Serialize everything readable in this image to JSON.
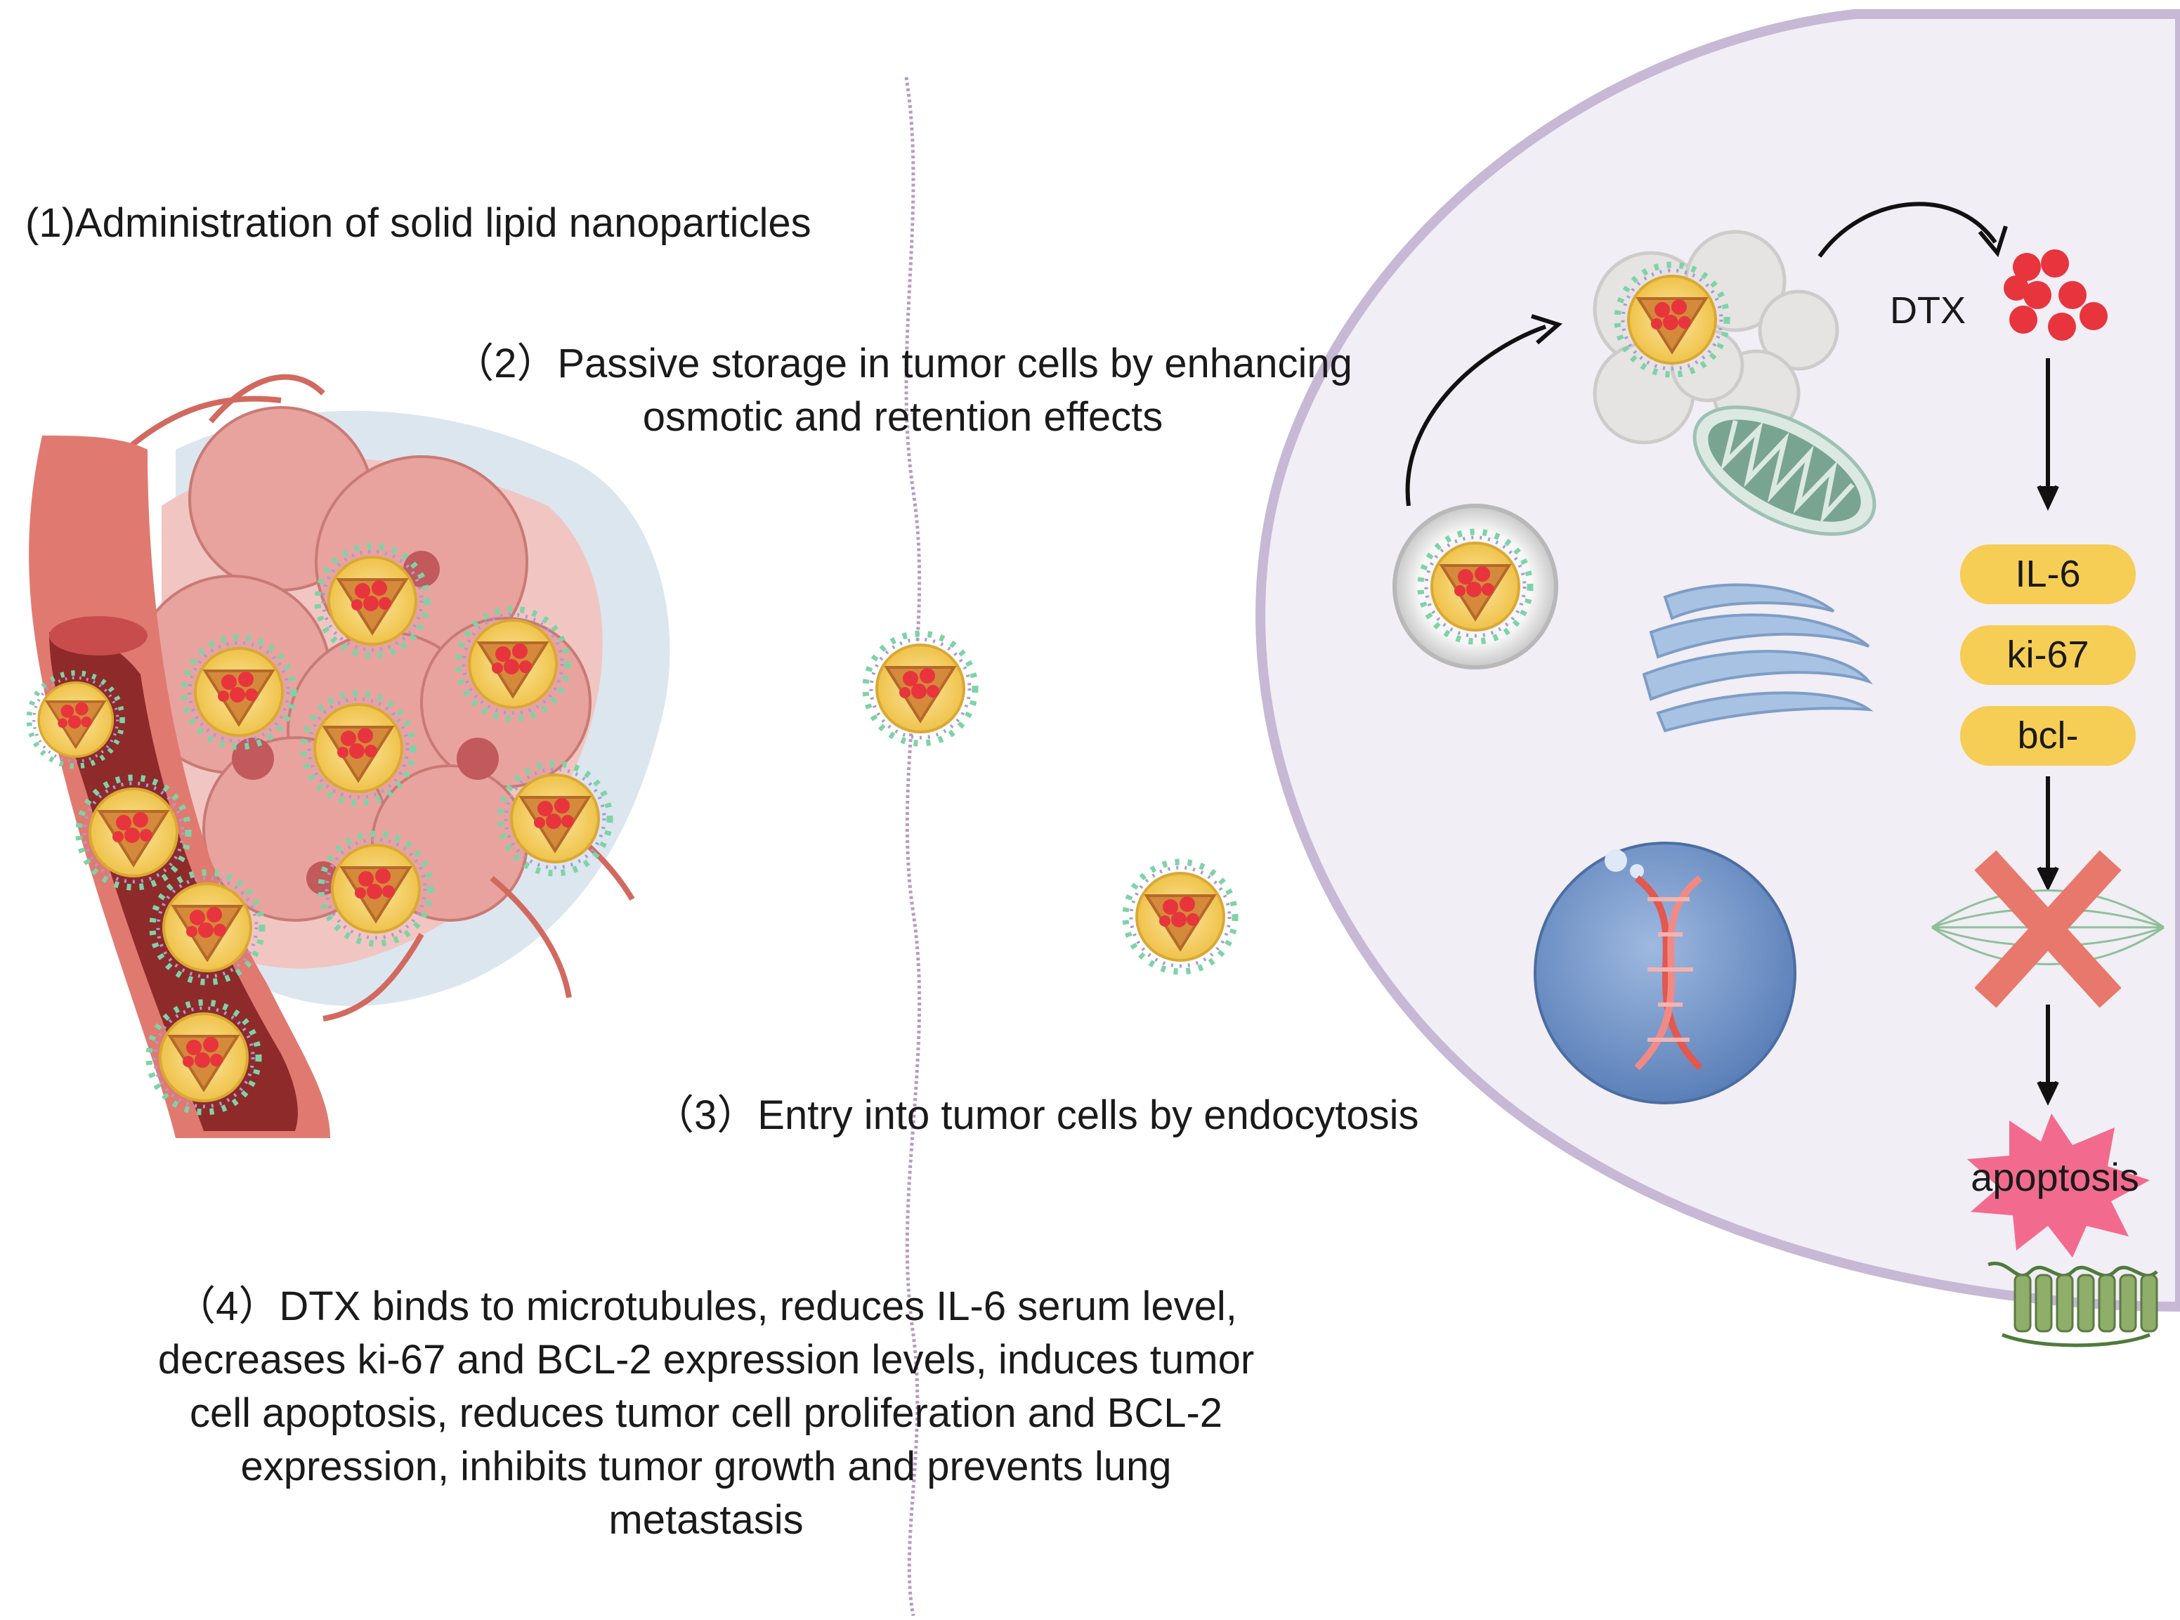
{
  "steps": {
    "step1": "(1)Administration of solid lipid nanoparticles",
    "step2_line1": "（2）Passive storage in tumor cells by enhancing",
    "step2_line2": "osmotic and retention effects",
    "step3": "（3）Entry into tumor cells by endocytosis",
    "step4_lines": [
      "（4）DTX binds to microtubules, reduces IL-6 serum level,",
      "decreases ki-67 and BCL-2 expression levels, induces tumor",
      "cell apoptosis, reduces tumor cell proliferation and BCL-2",
      "expression, inhibits tumor growth and prevents lung",
      "metastasis"
    ]
  },
  "cell": {
    "drug_label": "DTX",
    "markers": [
      "IL-6",
      "ki-67",
      "bcl-"
    ],
    "outcome_label": "apoptosis"
  },
  "colors": {
    "cell_fill": "#f1eef5",
    "cell_border": "#c7b8d6",
    "vessel": "#e07a70",
    "vessel_dark": "#8e2a2a",
    "tumor": "#e8a39e",
    "nanoparticle": "#f5cf5a",
    "drug": "#e8343c",
    "marker_pill": "#f6cd55",
    "nucleus": "#6f93c8",
    "cross": "#e7786b"
  },
  "icons": [
    "nanoparticle-icon",
    "blood-vessel-icon",
    "tumor-icon",
    "mitochondrion-icon",
    "golgi-icon",
    "nucleus-icon",
    "dna-icon",
    "endosome-icon",
    "lysosome-icon",
    "microtubule-spindle-icon",
    "cross-icon",
    "receptor-icon",
    "arrow-icon"
  ]
}
